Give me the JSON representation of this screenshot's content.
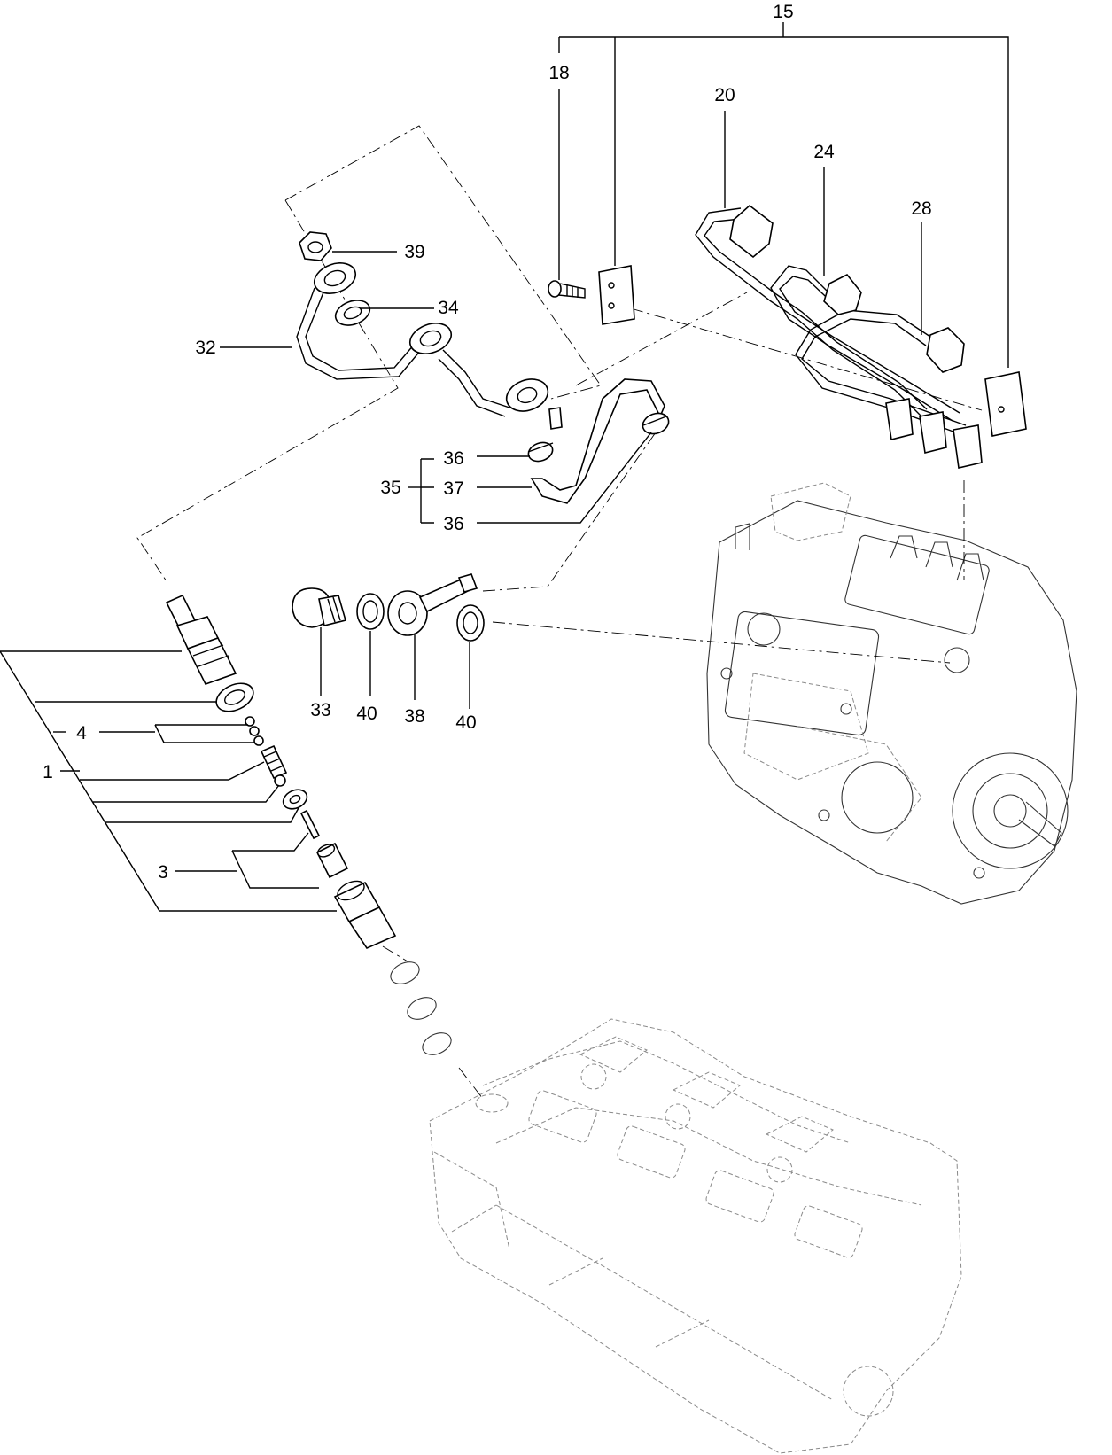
{
  "callouts": {
    "c1": "1",
    "c3": "3",
    "c4": "4",
    "c15": "15",
    "c18": "18",
    "c20": "20",
    "c24": "24",
    "c28": "28",
    "c32": "32",
    "c33": "33",
    "c34": "34",
    "c35": "35",
    "c36a": "36",
    "c36b": "36",
    "c37": "37",
    "c38": "38",
    "c39": "39",
    "c40a": "40",
    "c40b": "40"
  },
  "parts": [
    {
      "id": "injection-pump",
      "icon": "injection-pump-icon"
    },
    {
      "id": "cylinder-head",
      "icon": "cylinder-head-icon"
    },
    {
      "id": "injection-pipe-assembly",
      "icon": "fuel-pipe-icon"
    },
    {
      "id": "injector-nozzle-assembly",
      "icon": "nozzle-icon"
    },
    {
      "id": "overflow-pipe",
      "icon": "overflow-pipe-icon"
    },
    {
      "id": "return-hose",
      "icon": "hose-icon"
    },
    {
      "id": "banjo-fitting",
      "icon": "banjo-icon"
    }
  ]
}
